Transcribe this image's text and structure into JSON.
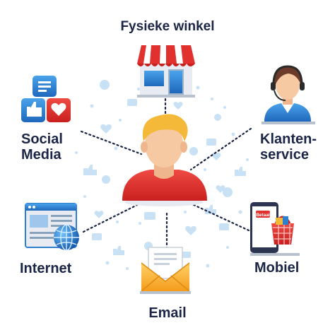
{
  "labels": {
    "top": "Fysieke winkel",
    "social_line1": "Social",
    "social_line2": "Media",
    "klanten_line1": "Klanten-",
    "klanten_line2": "service",
    "internet": "Internet",
    "mobiel": "Mobiel",
    "email": "Email",
    "betaal": "Betaal"
  },
  "colors": {
    "text": "#1b2545",
    "red": "#e0312f",
    "blue": "#2f7fd1",
    "hair": "#f5b93a",
    "skin": "#f6c9a3",
    "confetti": "#bcd9f0"
  },
  "icons": [
    "store-icon",
    "social-media-icon",
    "customer-service-icon",
    "internet-icon",
    "mobile-shopping-icon",
    "email-icon",
    "person-icon"
  ]
}
